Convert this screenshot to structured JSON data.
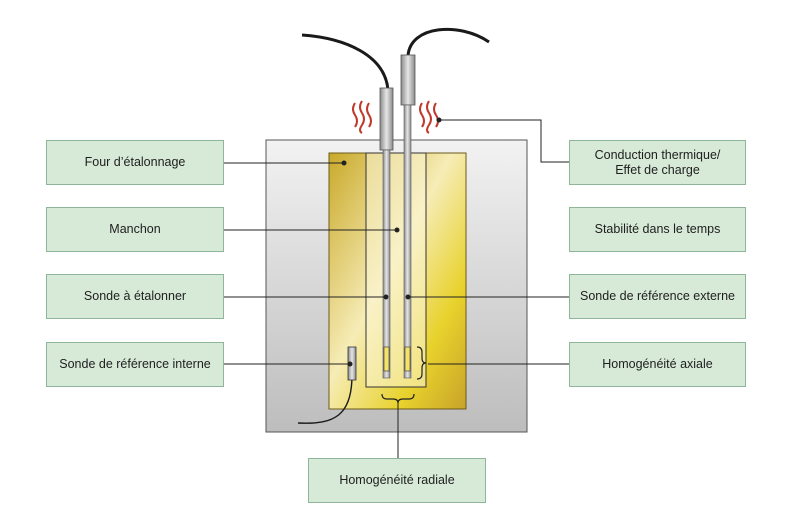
{
  "labels": {
    "four": "Four d’étalonnage",
    "manchon": "Manchon",
    "sonde_etalonner": "Sonde à étalonner",
    "sonde_ref_interne": "Sonde de référence interne",
    "conduction": "Conduction thermique/\nEffet de charge",
    "stabilite": "Stabilité dans le temps",
    "sonde_ref_externe": "Sonde de référence externe",
    "homog_axiale": "Homogénéité axiale",
    "homog_radiale": "Homogénéité radiale"
  },
  "colors": {
    "label_fill": "#d7ead7",
    "label_border": "#8fb69a",
    "heat_waves": "#c0392b",
    "leader_lines": "#222222",
    "furnace_body": "#d9d9d9",
    "block": "#e3c93a"
  }
}
